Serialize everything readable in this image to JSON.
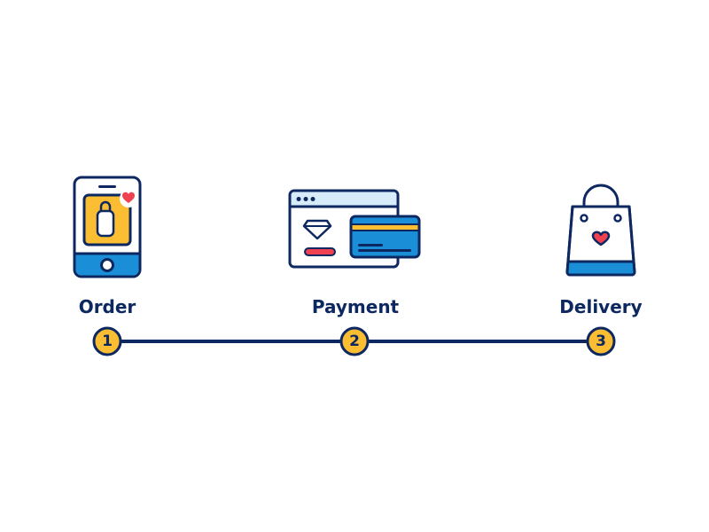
{
  "steps": [
    {
      "label": "Order",
      "number": "1",
      "icon": "smartphone-shopping-icon"
    },
    {
      "label": "Payment",
      "number": "2",
      "icon": "credit-card-payment-icon"
    },
    {
      "label": "Delivery",
      "number": "3",
      "icon": "shopping-bag-icon"
    }
  ],
  "colors": {
    "navy": "#0d2860",
    "blue": "#1a8fd8",
    "light_blue": "#d7ecfa",
    "yellow": "#fbbd32",
    "red": "#ef4150",
    "white": "#ffffff"
  }
}
